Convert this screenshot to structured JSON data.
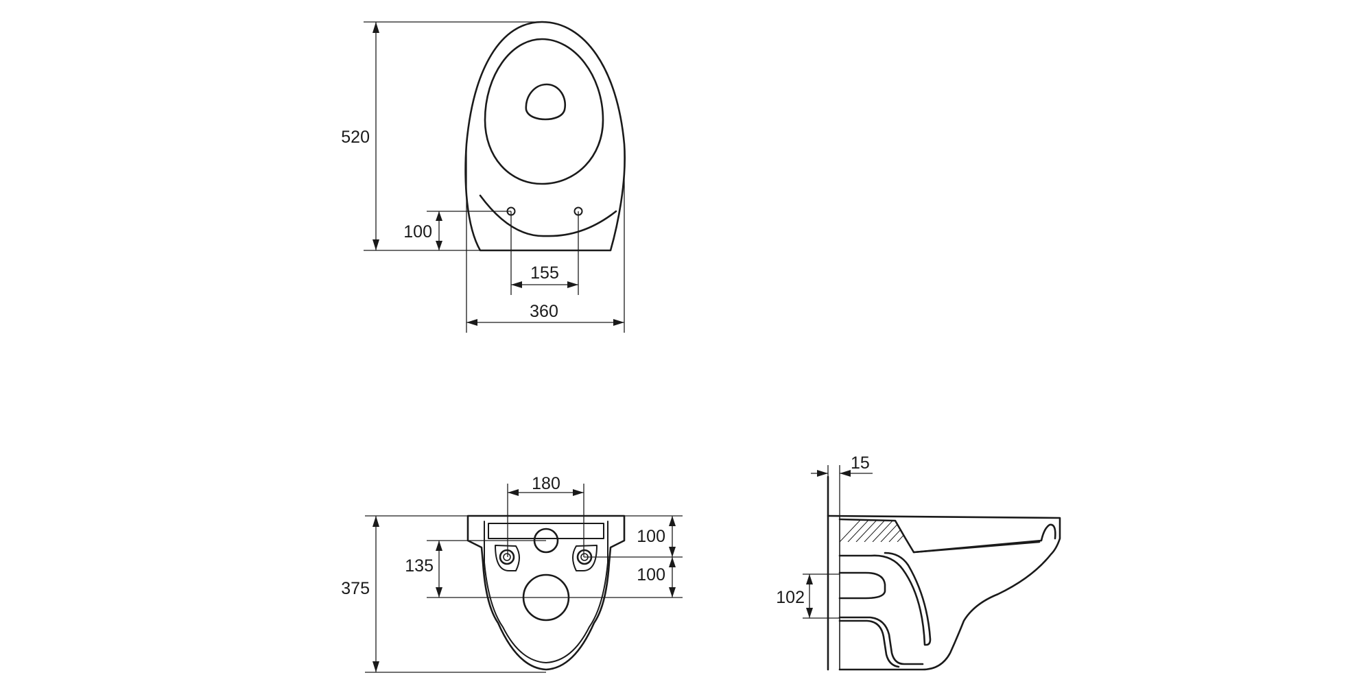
{
  "top_view": {
    "dim_length": "520",
    "dim_fixing_offset": "100",
    "dim_fixing_spacing": "155",
    "dim_width": "360"
  },
  "rear_view": {
    "dim_fixing_spacing": "180",
    "dim_height": "375",
    "dim_upper": "100",
    "dim_lower": "100",
    "dim_inlet_height": "135"
  },
  "side_view": {
    "dim_wall_gap": "15",
    "dim_outlet_height": "102"
  }
}
